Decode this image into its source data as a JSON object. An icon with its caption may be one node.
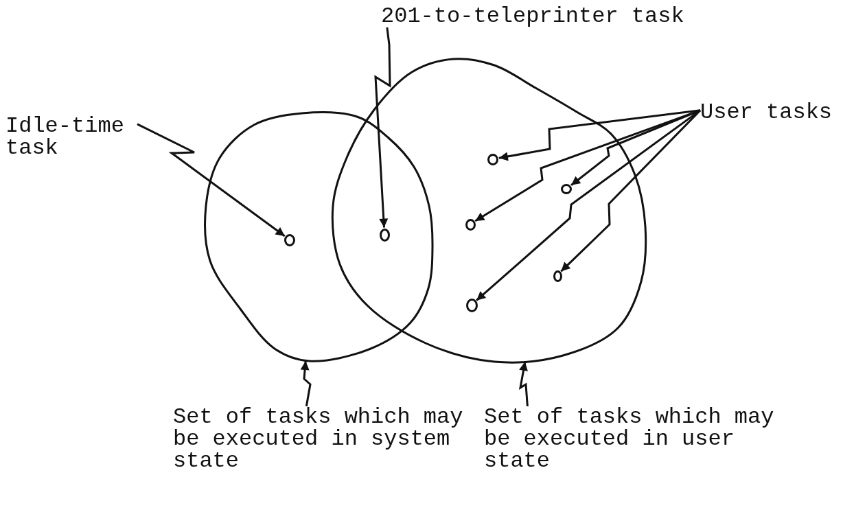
{
  "diagram": {
    "nodes": [
      {
        "text": [
          "Idle-time task"
        ]
      },
      {
        "text": [
          "201-to-teleprinter task"
        ]
      },
      {
        "text": [
          "User tasks"
        ]
      },
      {
        "text": [
          "Set of tasks which may be executed in system state"
        ]
      },
      {
        "text": [
          "Set of tasks which may be executed in user state"
        ]
      },
      {
        "text": [],
        "shape": "circle"
      },
      {
        "text": [],
        "shape": "circle"
      },
      {
        "text": [],
        "shape": "circle",
        "in": 5
      },
      {
        "text": [],
        "shape": "circle"
      },
      {
        "text": [],
        "shape": "circle",
        "in": 6
      },
      {
        "text": [],
        "shape": "circle",
        "in": 6
      },
      {
        "text": [],
        "shape": "circle",
        "in": 6
      },
      {
        "text": [],
        "shape": "circle",
        "in": 6
      },
      {
        "text": [],
        "shape": "circle",
        "in": 6
      }
    ],
    "edges": [
      {
        "from": 0,
        "to": 7,
        "arrow": "to"
      },
      {
        "from": 1,
        "to": 8,
        "arrow": "to"
      },
      {
        "from": 2,
        "to": 9,
        "arrow": "to"
      },
      {
        "from": 2,
        "to": 10,
        "arrow": "to"
      },
      {
        "from": 2,
        "to": 11,
        "arrow": "to"
      },
      {
        "from": 2,
        "to": 12,
        "arrow": "to"
      },
      {
        "from": 2,
        "to": 13,
        "arrow": "to"
      },
      {
        "from": 3,
        "to": 5,
        "arrow": "to"
      },
      {
        "from": 4,
        "to": 6,
        "arrow": "to"
      }
    ]
  }
}
